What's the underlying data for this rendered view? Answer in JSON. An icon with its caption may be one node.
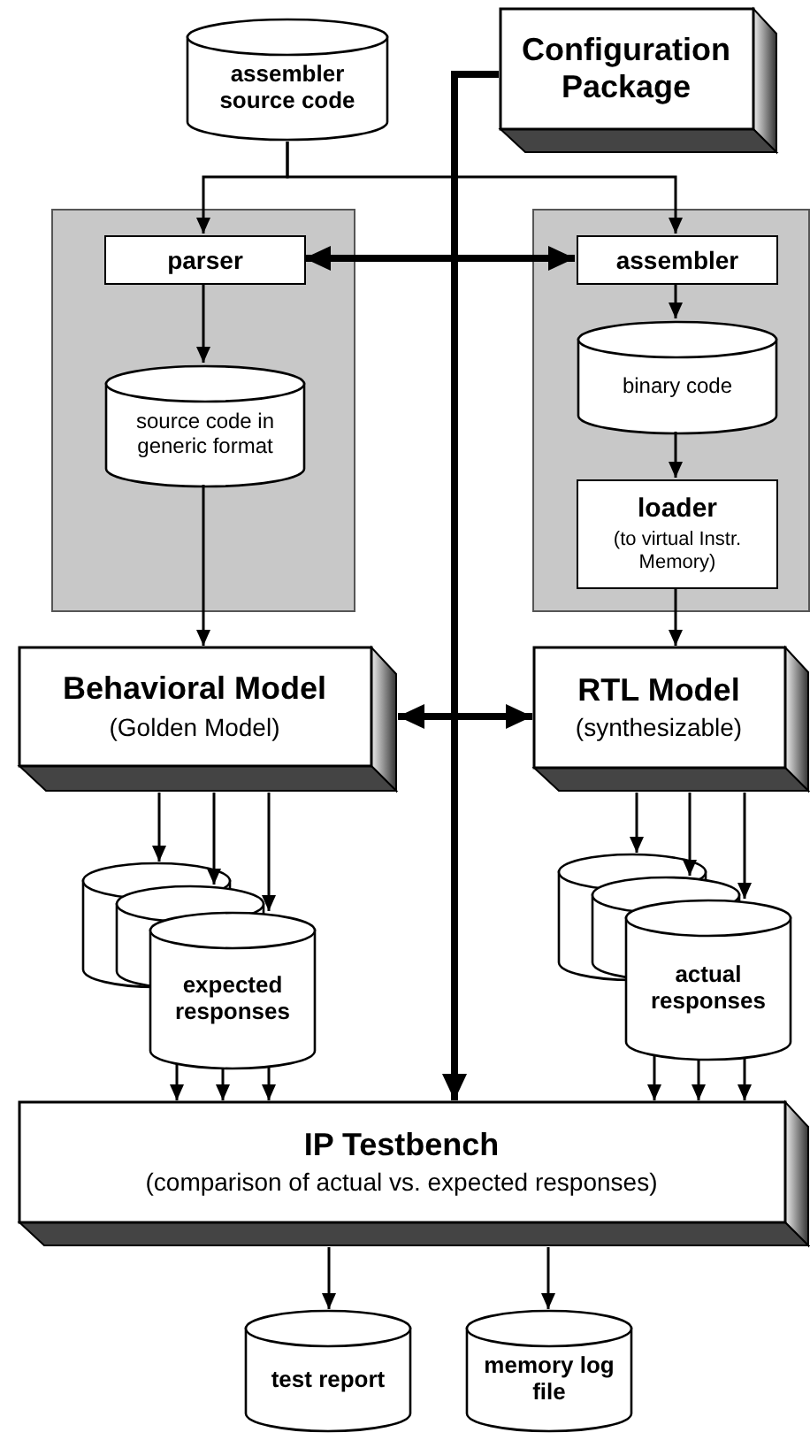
{
  "diagram": {
    "nodes": [
      {
        "text": [
          "assembler source code"
        ]
      },
      {
        "text": [
          "Configuration Package"
        ]
      },
      {
        "text": [],
        "shape": "box"
      },
      {
        "text": [
          "parser"
        ],
        "in": 2
      },
      {
        "text": [
          "source code in generic format"
        ],
        "in": 2
      },
      {
        "text": [],
        "shape": "box"
      },
      {
        "text": [
          "assembler"
        ],
        "in": 5
      },
      {
        "text": [
          "binary code"
        ],
        "in": 5
      },
      {
        "text": [
          "loader",
          "(to virtual Instr. Memory)"
        ],
        "in": 5
      },
      {
        "text": [
          "Behavioral Model",
          "(Golden Model)"
        ]
      },
      {
        "text": [
          "RTL Model",
          "(synthesizable)"
        ]
      },
      {
        "text": [],
        "shape": "cylinder"
      },
      {
        "text": [],
        "shape": "cylinder"
      },
      {
        "text": [
          "expected responses"
        ]
      },
      {
        "text": [],
        "shape": "cylinder"
      },
      {
        "text": [],
        "shape": "cylinder"
      },
      {
        "text": [
          "actual responses"
        ]
      },
      {
        "text": [
          "IP Testbench",
          "(comparison of actual vs. expected responses)"
        ]
      },
      {
        "text": [
          "test report"
        ]
      },
      {
        "text": [
          "memory log file"
        ]
      }
    ],
    "edges": [
      {
        "from": 0,
        "to": 3,
        "arrow": "to"
      },
      {
        "from": 0,
        "to": 6,
        "arrow": "to"
      },
      {
        "from": 3,
        "to": 6,
        "arrow": "both",
        "style": "thick"
      },
      {
        "from": 3,
        "to": 4,
        "arrow": "to"
      },
      {
        "from": 4,
        "to": 9,
        "arrow": "to"
      },
      {
        "from": 6,
        "to": 7,
        "arrow": "to"
      },
      {
        "from": 7,
        "to": 8,
        "arrow": "to"
      },
      {
        "from": 8,
        "to": 10,
        "arrow": "to"
      },
      {
        "from": 9,
        "to": 10,
        "arrow": "both",
        "style": "thick"
      },
      {
        "from": 9,
        "to": 11,
        "arrow": "to"
      },
      {
        "from": 9,
        "to": 12,
        "arrow": "to"
      },
      {
        "from": 9,
        "to": 13,
        "arrow": "to"
      },
      {
        "from": 13,
        "to": 17,
        "arrow": "to"
      },
      {
        "from": 13,
        "to": 17,
        "arrow": "to"
      },
      {
        "from": 13,
        "to": 17,
        "arrow": "to"
      },
      {
        "from": 10,
        "to": 14,
        "arrow": "to"
      },
      {
        "from": 10,
        "to": 15,
        "arrow": "to"
      },
      {
        "from": 10,
        "to": 16,
        "arrow": "to"
      },
      {
        "from": 16,
        "to": 17,
        "arrow": "to"
      },
      {
        "from": 16,
        "to": 17,
        "arrow": "to"
      },
      {
        "from": 16,
        "to": 17,
        "arrow": "to"
      },
      {
        "from": 1,
        "to": 17,
        "arrow": "to",
        "style": "thick"
      },
      {
        "from": 17,
        "to": 18,
        "arrow": "to"
      },
      {
        "from": 17,
        "to": 19,
        "arrow": "to"
      }
    ]
  }
}
